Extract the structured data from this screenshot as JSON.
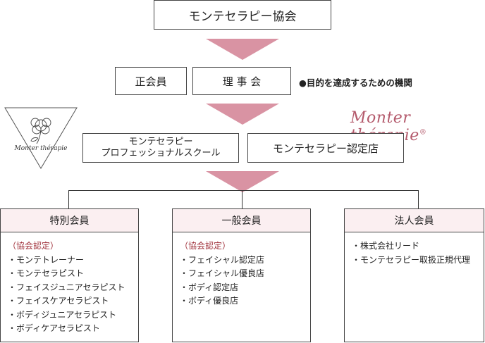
{
  "top": {
    "title": "モンテセラピー協会"
  },
  "row2": {
    "left": "正会員",
    "right": "理 事 会",
    "note": "●目的を達成するための機関"
  },
  "row3": {
    "school_line1": "モンテセラピー",
    "school_line2": "プロフェッショナルスクール",
    "store": "モンテセラピー認定店"
  },
  "logos": {
    "triangle_text": "Monter thérapie",
    "script_text": "Monter thérapie",
    "registered": "®"
  },
  "panels": [
    {
      "title": "特別会員",
      "sub": "（協会認定）",
      "items": [
        "・モンテトレーナー",
        "・モンテセラピスト",
        "・フェイスジュニアセラピスト",
        "・フェイスケアセラピスト",
        "・ボディジュニアセラピスト",
        "・ボディケアセラピスト"
      ]
    },
    {
      "title": "一般会員",
      "sub": "（協会認定）",
      "items": [
        "・フェイシャル認定店",
        "・フェイシャル優良店",
        "・ボディ認定店",
        "・ボディ優良店"
      ]
    },
    {
      "title": "法人会員",
      "sub": "",
      "items": [
        "・株式会社リード",
        "・モンテセラピー取扱正規代理"
      ]
    }
  ],
  "colors": {
    "arrow": "#d993a3",
    "panel_header": "#fbeff1",
    "accent": "#a0303a"
  }
}
